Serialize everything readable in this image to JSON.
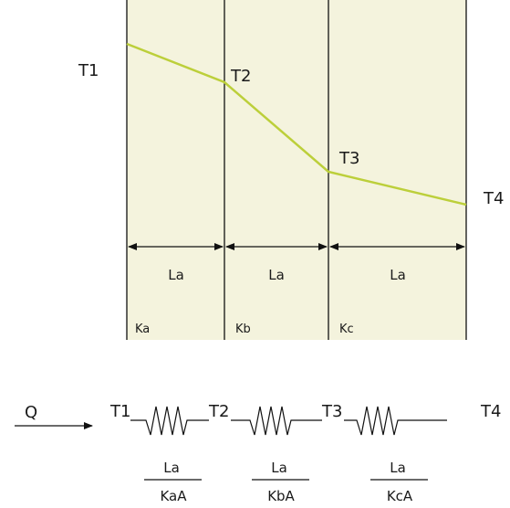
{
  "diagram": {
    "temperatures": [
      "T1",
      "T2",
      "T3",
      "T4"
    ],
    "layer_thicknesses": [
      "La",
      "La",
      "La"
    ],
    "conductivities": [
      "Ka",
      "Kb",
      "Kc"
    ],
    "heat_flow_label": "Q",
    "resistances": [
      {
        "numerator": "La",
        "denominator": "KaA"
      },
      {
        "numerator": "La",
        "denominator": "KbA"
      },
      {
        "numerator": "La",
        "denominator": "KcA"
      }
    ],
    "colors": {
      "layer_fill": "#f4f3dd",
      "profile_line": "#bccf3a",
      "lines": "#111111"
    }
  }
}
